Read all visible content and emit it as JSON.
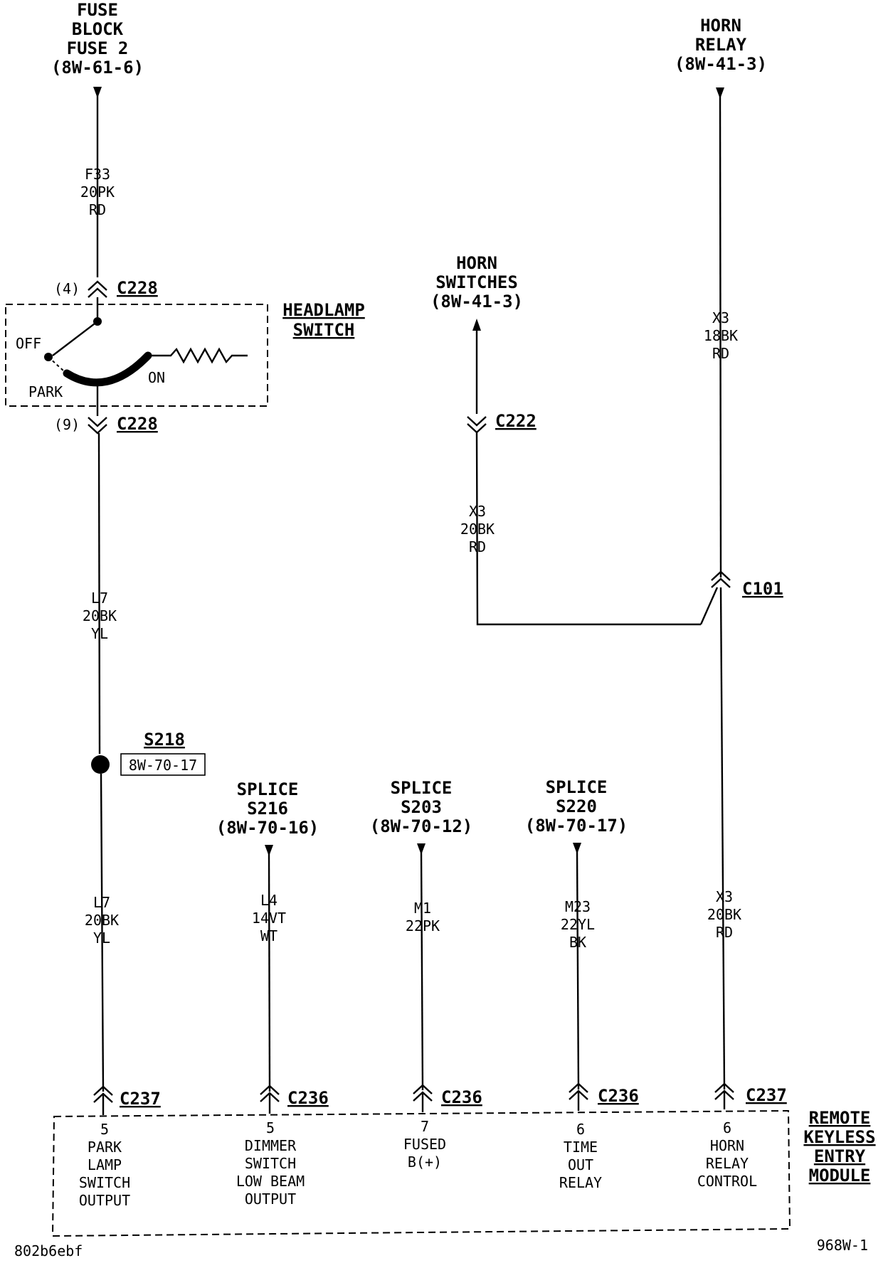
{
  "fuse_block": {
    "line1": "FUSE",
    "line2": "BLOCK",
    "line3": "FUSE 2",
    "ref": "(8W-61-6)"
  },
  "horn_relay": {
    "line1": "HORN",
    "line2": "RELAY",
    "ref": "(8W-41-3)"
  },
  "horn_switches": {
    "line1": "HORN",
    "line2": "SWITCHES",
    "ref": "(8W-41-3)"
  },
  "headlamp_switch": {
    "line1": "HEADLAMP",
    "line2": "SWITCH",
    "off": "OFF",
    "park": "PARK",
    "on": "ON"
  },
  "wires": {
    "f33": {
      "circuit": "F33",
      "gauge": "20PK",
      "tracer": "RD"
    },
    "l7_upper": {
      "circuit": "L7",
      "gauge": "20BK",
      "tracer": "YL"
    },
    "l7_lower": {
      "circuit": "L7",
      "gauge": "20BK",
      "tracer": "YL"
    },
    "l4": {
      "circuit": "L4",
      "gauge": "14VT",
      "tracer": "WT"
    },
    "m1": {
      "circuit": "M1",
      "gauge": "22PK"
    },
    "m23": {
      "circuit": "M23",
      "gauge": "22YL",
      "tracer": "BK"
    },
    "x3_relay": {
      "circuit": "X3",
      "gauge": "18BK",
      "tracer": "RD"
    },
    "x3_switch": {
      "circuit": "X3",
      "gauge": "20BK",
      "tracer": "RD"
    },
    "x3_module": {
      "circuit": "X3",
      "gauge": "20BK",
      "tracer": "RD"
    }
  },
  "connectors": {
    "c228_top": {
      "name": "C228",
      "pin": "(4)"
    },
    "c228_bottom": {
      "name": "C228",
      "pin": "(9)"
    },
    "c222": {
      "name": "C222"
    },
    "c101": {
      "name": "C101"
    },
    "c237_left": {
      "name": "C237"
    },
    "c236_a": {
      "name": "C236"
    },
    "c236_b": {
      "name": "C236"
    },
    "c236_c": {
      "name": "C236"
    },
    "c237_right": {
      "name": "C237"
    }
  },
  "splice_s218": {
    "name": "S218",
    "ref": "8W-70-17"
  },
  "splices": {
    "s216": {
      "line1": "SPLICE",
      "line2": "S216",
      "ref": "(8W-70-16)"
    },
    "s203": {
      "line1": "SPLICE",
      "line2": "S203",
      "ref": "(8W-70-12)"
    },
    "s220": {
      "line1": "SPLICE",
      "line2": "S220",
      "ref": "(8W-70-17)"
    }
  },
  "module": {
    "line1": "REMOTE",
    "line2": "KEYLESS",
    "line3": "ENTRY",
    "line4": "MODULE",
    "pins": [
      {
        "pin": "5",
        "l1": "PARK",
        "l2": "LAMP",
        "l3": "SWITCH",
        "l4": "OUTPUT"
      },
      {
        "pin": "5",
        "l1": "DIMMER",
        "l2": "SWITCH",
        "l3": "LOW BEAM",
        "l4": "OUTPUT"
      },
      {
        "pin": "7",
        "l1": "FUSED",
        "l2": "B(+)"
      },
      {
        "pin": "6",
        "l1": "TIME",
        "l2": "OUT",
        "l3": "RELAY"
      },
      {
        "pin": "6",
        "l1": "HORN",
        "l2": "RELAY",
        "l3": "CONTROL"
      }
    ]
  },
  "footer": {
    "left_code": "802b6ebf",
    "right_code": "968W-1"
  }
}
